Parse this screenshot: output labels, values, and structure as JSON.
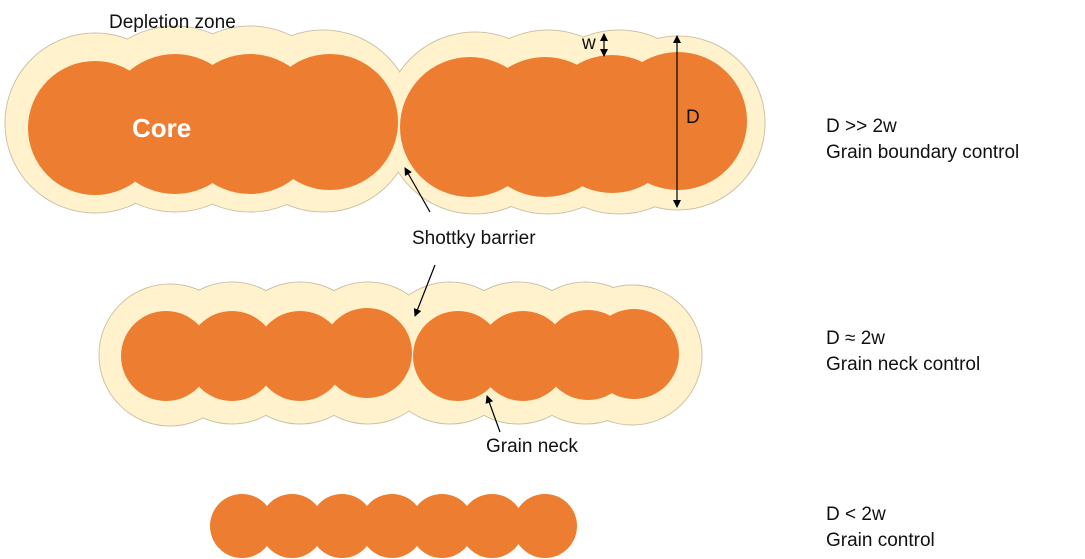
{
  "colors": {
    "core": "#ED7D31",
    "depletion": "#FFF2CC",
    "outline": "#C9BFA5",
    "arrow": "#000000"
  },
  "labels": {
    "depletion_zone": "Depletion zone",
    "core": "Core",
    "w": "w",
    "D": "D",
    "schottky_barrier": "Shottky barrier",
    "grain_neck": "Grain neck"
  },
  "rows": [
    {
      "condition": "D >> 2w",
      "regime": "Grain boundary control"
    },
    {
      "condition": "D ≈ 2w",
      "regime": "Grain neck control"
    },
    {
      "condition": "D < 2w",
      "regime": "Grain control"
    }
  ]
}
